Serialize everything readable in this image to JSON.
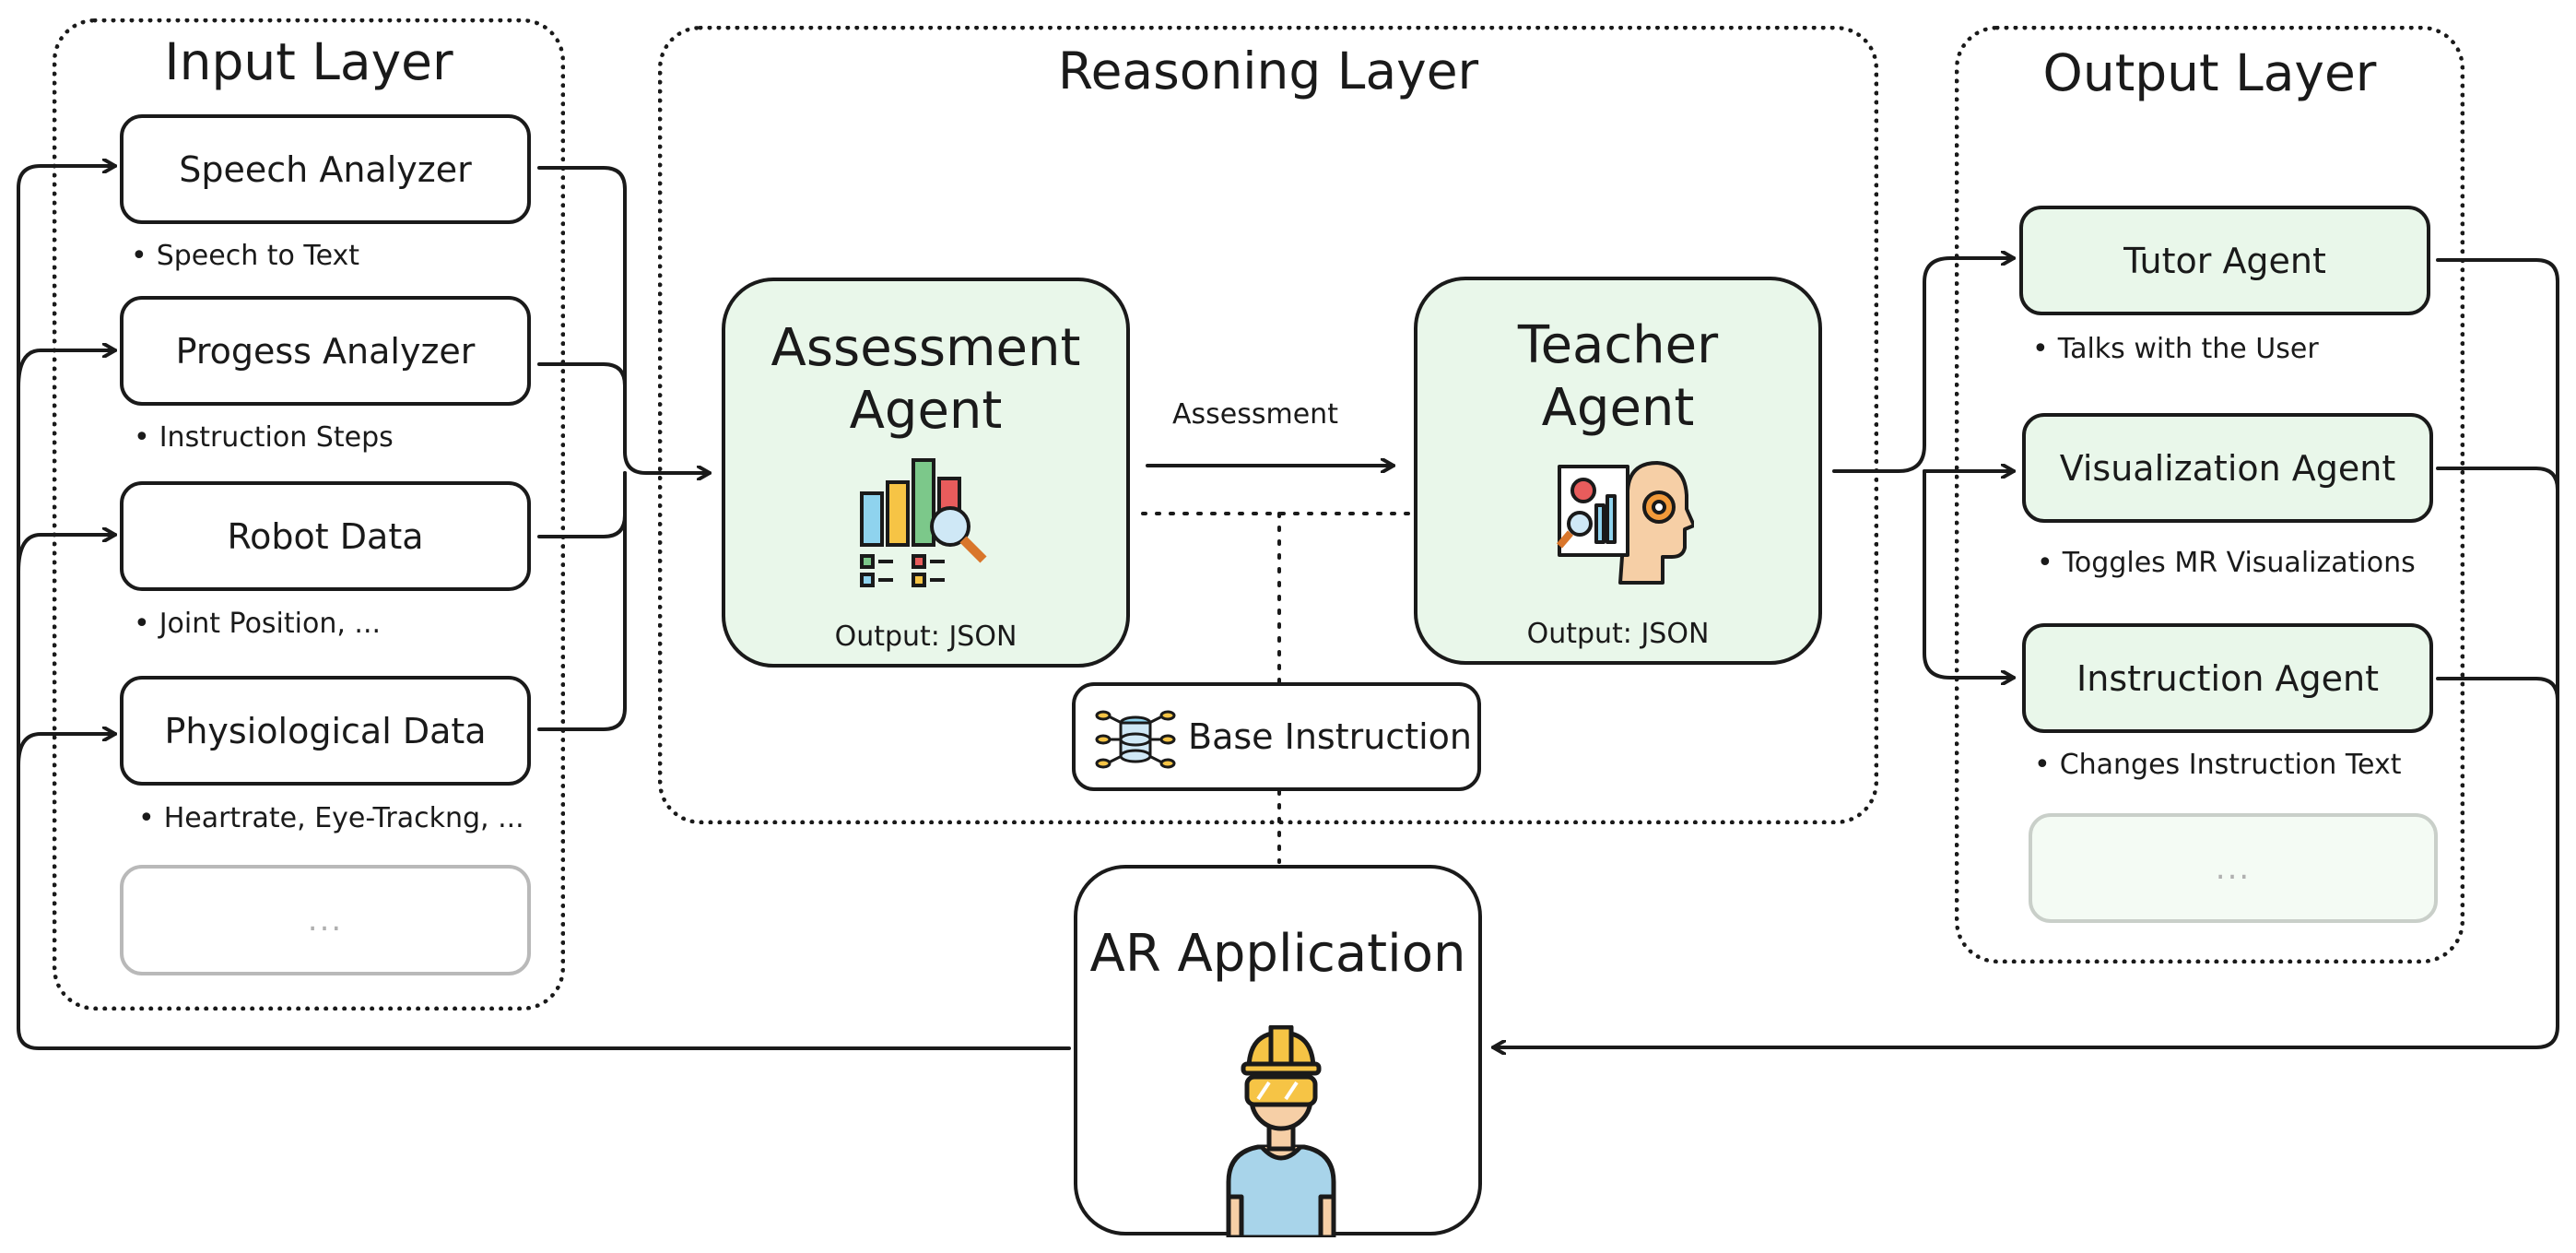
{
  "input_layer": {
    "title": "Input Layer",
    "items": [
      {
        "label": "Speech Analyzer",
        "bullet": "Speech to Text"
      },
      {
        "label": "Progess Analyzer",
        "bullet": "Instruction Steps"
      },
      {
        "label": "Robot Data",
        "bullet": "Joint Position, ..."
      },
      {
        "label": "Physiological Data",
        "bullet": "Heartrate, Eye-Trackng, ..."
      }
    ],
    "more": "..."
  },
  "reasoning_layer": {
    "title": "Reasoning Layer",
    "assessment_agent": {
      "title_line1": "Assessment",
      "title_line2": "Agent",
      "output": "Output: JSON",
      "icon": "analytics-chart-icon"
    },
    "edge_label": "Assessment",
    "teacher_agent": {
      "title_line1": "Teacher",
      "title_line2": "Agent",
      "output": "Output: JSON",
      "icon": "teacher-brain-icon"
    },
    "base_instruction": {
      "label": "Base Instruction",
      "icon": "database-network-icon"
    }
  },
  "output_layer": {
    "title": "Output Layer",
    "items": [
      {
        "label": "Tutor Agent",
        "bullet": "Talks with the User"
      },
      {
        "label": "Visualization Agent",
        "bullet": "Toggles MR Visualizations"
      },
      {
        "label": "Instruction Agent",
        "bullet": "Changes Instruction Text"
      }
    ],
    "more": "..."
  },
  "ar_application": {
    "label": "AR Application",
    "icon": "worker-vr-headset-icon"
  },
  "colors": {
    "agent_fill": "#e9f7ea",
    "stroke": "#1a1a1a",
    "ghost_border": "#b9b9b9"
  }
}
